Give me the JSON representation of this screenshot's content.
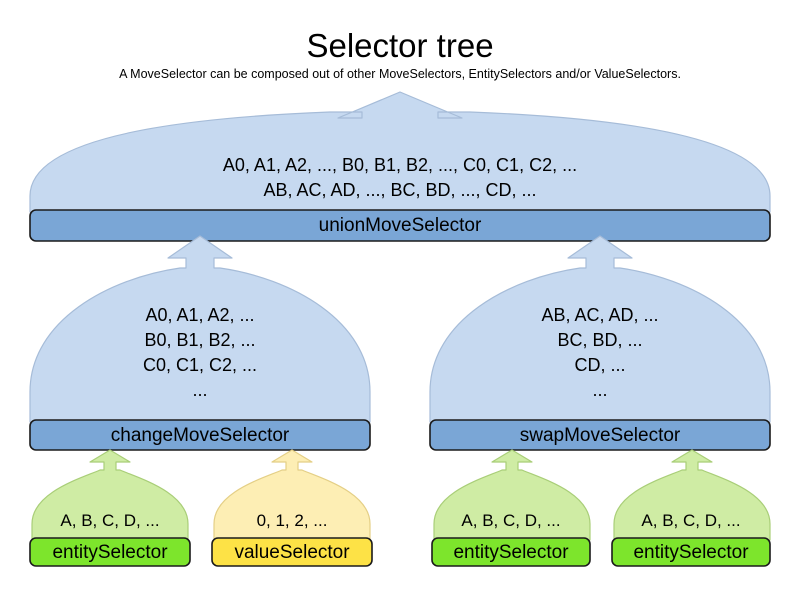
{
  "page": {
    "title": "Selector tree",
    "subtitle": "A MoveSelector can be composed out of other MoveSelectors, EntitySelectors and/or ValueSelectors."
  },
  "colors": {
    "move_dome_fill": "#c6d9f0",
    "move_dome_stroke": "#a6bcd8",
    "move_bar_fill": "#7aa6d6",
    "move_bar_stroke": "#1b1b1b",
    "entity_dome_fill": "#cfeca4",
    "entity_dome_stroke": "#a9ce78",
    "entity_bar_fill": "#7de52c",
    "entity_bar_stroke": "#1b1b1b",
    "value_dome_fill": "#fdeeb4",
    "value_dome_stroke": "#e4cf86",
    "value_bar_fill": "#fde246",
    "value_bar_stroke": "#1b1b1b",
    "text": "#000000",
    "background": "#ffffff"
  },
  "nodes": {
    "union": {
      "label": "unionMoveSelector",
      "kind": "move-selector",
      "lines": [
        "A0, A1, A2, ..., B0, B1, B2, ..., C0, C1, C2, ...",
        "AB, AC, AD, ..., BC, BD, ..., CD, ..."
      ]
    },
    "change": {
      "label": "changeMoveSelector",
      "kind": "move-selector",
      "lines": [
        "A0, A1, A2, ...",
        "B0, B1, B2, ...",
        "C0, C1, C2, ...",
        "..."
      ]
    },
    "swap": {
      "label": "swapMoveSelector",
      "kind": "move-selector",
      "lines": [
        "AB, AC, AD, ...",
        "BC, BD, ...",
        "CD, ...",
        "..."
      ]
    },
    "change_entity": {
      "label": "entitySelector",
      "kind": "entity-selector",
      "lines": [
        "A, B, C, D, ..."
      ]
    },
    "change_value": {
      "label": "valueSelector",
      "kind": "value-selector",
      "lines": [
        "0, 1, 2, ..."
      ]
    },
    "swap_entity_left": {
      "label": "entitySelector",
      "kind": "entity-selector",
      "lines": [
        "A, B, C, D, ..."
      ]
    },
    "swap_entity_right": {
      "label": "entitySelector",
      "kind": "entity-selector",
      "lines": [
        "A, B, C, D, ..."
      ]
    }
  }
}
